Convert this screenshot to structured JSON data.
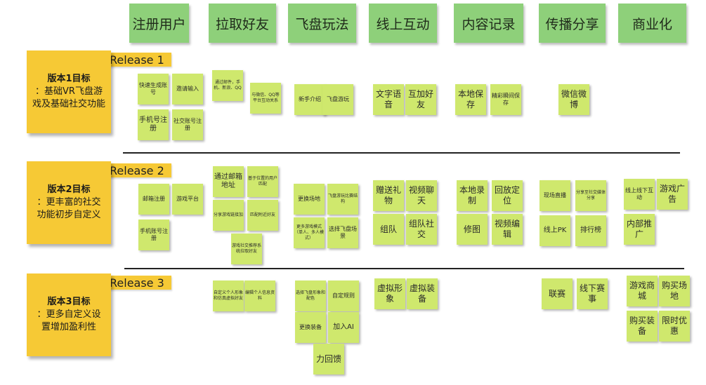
{
  "columns": [
    {
      "label": "注册用户"
    },
    {
      "label": "拉取好友"
    },
    {
      "label": "飞盘玩法"
    },
    {
      "label": "线上互动"
    },
    {
      "label": "内容记录"
    },
    {
      "label": "传播分享"
    },
    {
      "label": "商业化"
    }
  ],
  "releases": [
    {
      "label": "Release  1",
      "goal_title": "版本1目标",
      "goal_text": "：基础VR飞盘游戏及基础社交功能"
    },
    {
      "label": "Release  2",
      "goal_title": "版本2目标",
      "goal_text": "：更丰富的社交功能初步自定义"
    },
    {
      "label": "Release  3",
      "goal_title": "版本3目标",
      "goal_text": "：更多自定义设置增加盈利性"
    }
  ],
  "notes": {
    "r1": {
      "c1": [
        "快速生成账号",
        "邀请输入",
        "手机号注册",
        "社交账号注册"
      ],
      "c2": [
        "通过邮件，手机、新浪、QQ",
        "与微信、QQ等平台互动关系"
      ],
      "c3": [
        "新手介绍",
        "飞盘游玩"
      ],
      "c4": [
        "文字语音",
        "互加好友"
      ],
      "c5": [
        "本地保存",
        "精彩瞬间保存"
      ],
      "c6": [
        "微信微博"
      ]
    },
    "r2": {
      "c1": [
        "邮箱注册",
        "游戏平台",
        "手机账号注册"
      ],
      "c2": [
        "通过邮箱地址",
        "基于位置的用户匹配",
        "分享游戏链接加",
        "匹配附近好友",
        "游戏社交推荐系统拉取好友"
      ],
      "c3": [
        "更换场地",
        "飞盘游玩比赛结构",
        "更多游戏模式（单人、多人模式）",
        "选择飞盘场景"
      ],
      "c4": [
        "赠送礼物",
        "视频聊天",
        "组队",
        "组队社交"
      ],
      "c5": [
        "本地录制",
        "回放定位",
        "修图",
        "视频编辑"
      ],
      "c6": [
        "现场直播",
        "分享至社交媒体分享",
        "线上PK",
        "排行榜"
      ],
      "c7": [
        "线上线下互动",
        "游戏广告",
        "内部推广"
      ]
    },
    "r3": {
      "c2": [
        "自定义个人形象和仿真虚拟好友",
        "编辑个人信息资料"
      ],
      "c3": [
        "选择飞盘形象和配色",
        "自定规则",
        "更换装备",
        "加入AI",
        "力回馈"
      ],
      "c4": [
        "虚拟形象",
        "虚拟装备"
      ],
      "c6": [
        "联赛",
        "线下赛事"
      ],
      "c7": [
        "游戏商城",
        "购买场地",
        "购买装备",
        "限时优惠"
      ]
    }
  }
}
